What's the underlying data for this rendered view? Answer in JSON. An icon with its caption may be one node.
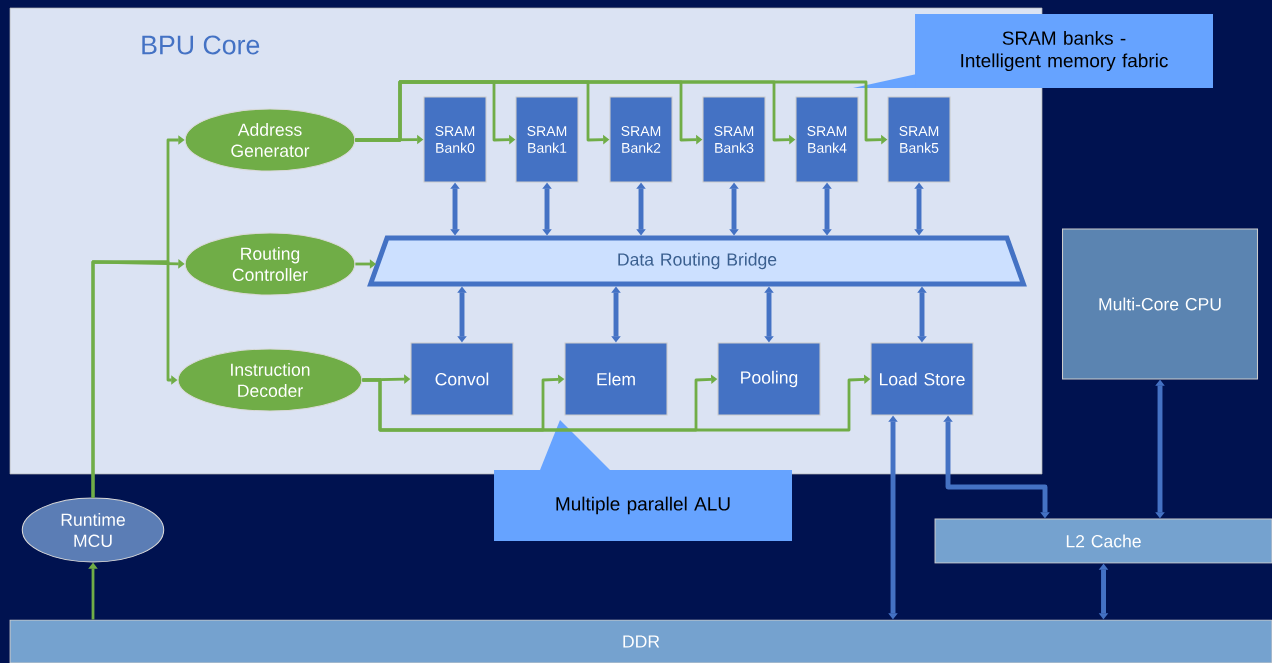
{
  "diagram": {
    "nodes": [
      {
        "text": [
          "BPU Core"
        ]
      },
      {
        "text": [
          "Address Generator"
        ],
        "in": 0
      },
      {
        "text": [
          "Routing Controller"
        ],
        "in": 0
      },
      {
        "text": [
          "Instruction Decoder"
        ],
        "in": 0
      },
      {
        "text": [
          "SRAM Bank0"
        ],
        "in": 0
      },
      {
        "text": [
          "SRAM Bank1"
        ],
        "in": 0
      },
      {
        "text": [
          "SRAM Bank2"
        ],
        "in": 0
      },
      {
        "text": [
          "SRAM Bank3"
        ],
        "in": 0
      },
      {
        "text": [
          "SRAM Bank4"
        ],
        "in": 0
      },
      {
        "text": [
          "SRAM Bank5"
        ],
        "in": 0
      },
      {
        "text": [
          "Data Routing Bridge"
        ],
        "in": 0
      },
      {
        "text": [
          "Convol"
        ],
        "in": 0
      },
      {
        "text": [
          "Elem"
        ],
        "in": 0
      },
      {
        "text": [
          "Pooling"
        ],
        "in": 0
      },
      {
        "text": [
          "Load Store"
        ],
        "in": 0
      },
      {
        "text": [
          "Runtime MCU"
        ]
      },
      {
        "text": [
          "Multi-Core CPU"
        ]
      },
      {
        "text": [
          "L2 Cache"
        ]
      },
      {
        "text": [
          "DDR"
        ]
      },
      {
        "text": [
          "SRAM banks - Intelligent memory fabric"
        ]
      },
      {
        "text": [
          "Multiple parallel ALU"
        ]
      }
    ],
    "edges": [
      {
        "from": 15,
        "to": 1,
        "arrow": "to",
        "color": "#70ad47"
      },
      {
        "from": 15,
        "to": 2,
        "arrow": "to",
        "color": "#70ad47"
      },
      {
        "from": 15,
        "to": 3,
        "arrow": "to",
        "color": "#70ad47"
      },
      {
        "from": 18,
        "to": 15,
        "arrow": "to",
        "color": "#70ad47"
      },
      {
        "from": 1,
        "to": 4,
        "arrow": "to",
        "color": "#70ad47"
      },
      {
        "from": 1,
        "to": 5,
        "arrow": "to",
        "color": "#70ad47"
      },
      {
        "from": 1,
        "to": 6,
        "arrow": "to",
        "color": "#70ad47"
      },
      {
        "from": 1,
        "to": 7,
        "arrow": "to",
        "color": "#70ad47"
      },
      {
        "from": 1,
        "to": 8,
        "arrow": "to",
        "color": "#70ad47"
      },
      {
        "from": 1,
        "to": 9,
        "arrow": "to",
        "color": "#70ad47"
      },
      {
        "from": 2,
        "to": 10,
        "arrow": "to",
        "color": "#70ad47"
      },
      {
        "from": 3,
        "to": 11,
        "arrow": "to",
        "color": "#70ad47"
      },
      {
        "from": 3,
        "to": 12,
        "arrow": "to",
        "color": "#70ad47"
      },
      {
        "from": 3,
        "to": 13,
        "arrow": "to",
        "color": "#70ad47"
      },
      {
        "from": 3,
        "to": 14,
        "arrow": "to",
        "color": "#70ad47"
      },
      {
        "from": 4,
        "to": 10,
        "arrow": "both",
        "color": "#4472c4"
      },
      {
        "from": 5,
        "to": 10,
        "arrow": "both",
        "color": "#4472c4"
      },
      {
        "from": 6,
        "to": 10,
        "arrow": "both",
        "color": "#4472c4"
      },
      {
        "from": 7,
        "to": 10,
        "arrow": "both",
        "color": "#4472c4"
      },
      {
        "from": 8,
        "to": 10,
        "arrow": "both",
        "color": "#4472c4"
      },
      {
        "from": 9,
        "to": 10,
        "arrow": "both",
        "color": "#4472c4"
      },
      {
        "from": 10,
        "to": 11,
        "arrow": "both",
        "color": "#4472c4"
      },
      {
        "from": 10,
        "to": 12,
        "arrow": "both",
        "color": "#4472c4"
      },
      {
        "from": 10,
        "to": 13,
        "arrow": "both",
        "color": "#4472c4"
      },
      {
        "from": 10,
        "to": 14,
        "arrow": "both",
        "color": "#4472c4"
      },
      {
        "from": 14,
        "to": 18,
        "arrow": "both",
        "color": "#4472c4"
      },
      {
        "from": 14,
        "to": 17,
        "arrow": "both",
        "color": "#4472c4"
      },
      {
        "from": 16,
        "to": 17,
        "arrow": "both",
        "color": "#4472c4"
      },
      {
        "from": 17,
        "to": 18,
        "arrow": "both",
        "color": "#4472c4"
      }
    ]
  }
}
